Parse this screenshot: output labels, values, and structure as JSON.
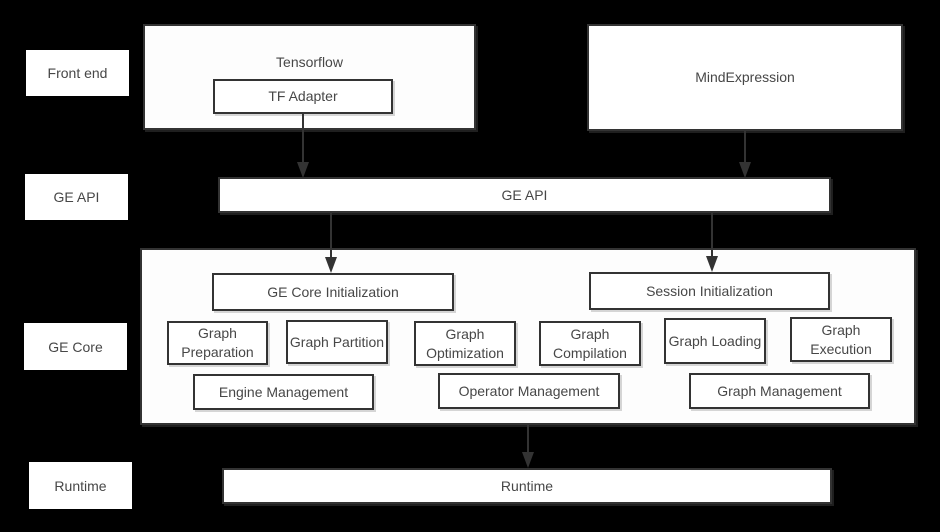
{
  "diagram": {
    "background_color": "#000000",
    "box_fill_color": "#ffffff",
    "border_color": "#333333",
    "text_color": "#474747",
    "arrow_color": "#333333"
  },
  "row_labels": [
    {
      "label": "Front end"
    },
    {
      "label": "GE API"
    },
    {
      "label": "GE Core"
    },
    {
      "label": "Runtime"
    }
  ],
  "front_end": {
    "tensorflow_title": "Tensorflow",
    "tf_adapter_label": "TF Adapter",
    "mind_expression_label": "MindExpression"
  },
  "ge_api_bar_label": "GE API",
  "ge_core": {
    "init_boxes": [
      {
        "label": "GE Core Initialization"
      },
      {
        "label": "Session Initialization"
      }
    ],
    "function_boxes": [
      {
        "label": "Graph Preparation"
      },
      {
        "label": "Graph Partition"
      },
      {
        "label": "Graph Optimization"
      },
      {
        "label": "Graph Compilation"
      },
      {
        "label": "Graph Loading"
      },
      {
        "label": "Graph Execution"
      }
    ],
    "management_boxes": [
      {
        "label": "Engine Management"
      },
      {
        "label": "Operator Management"
      },
      {
        "label": "Graph Management"
      }
    ]
  },
  "runtime_bar_label": "Runtime"
}
